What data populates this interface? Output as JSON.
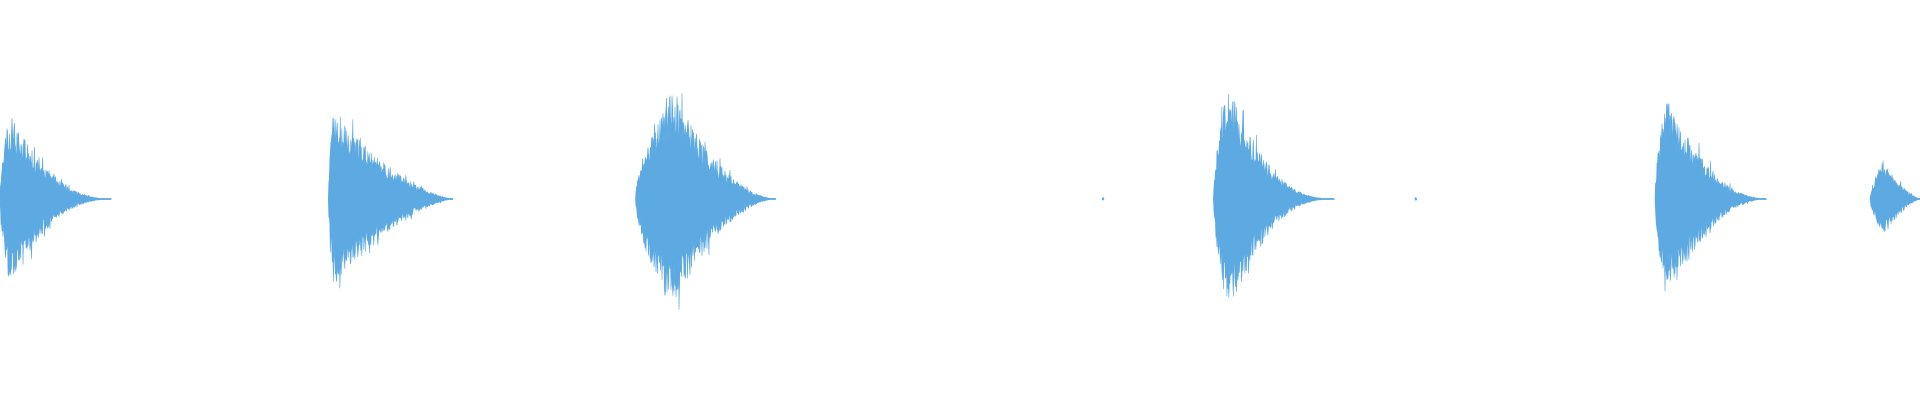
{
  "waveform": {
    "color": "#5DA9E1",
    "background": "#FFFFFF",
    "bursts": [
      {
        "start": 0.0,
        "end": 0.058,
        "peak": 0.44,
        "attack": 0.08,
        "decay": 2.0,
        "seed": 11
      },
      {
        "start": 0.171,
        "end": 0.236,
        "peak": 0.44,
        "attack": 0.04,
        "decay": 1.3,
        "seed": 23
      },
      {
        "start": 0.331,
        "end": 0.404,
        "peak": 0.56,
        "attack": 0.25,
        "decay": 1.6,
        "seed": 37
      },
      {
        "start": 0.574,
        "end": 0.575,
        "peak": 0.01,
        "attack": 0.5,
        "decay": 1.0,
        "seed": 41
      },
      {
        "start": 0.632,
        "end": 0.695,
        "peak": 0.58,
        "attack": 0.12,
        "decay": 2.2,
        "seed": 53
      },
      {
        "start": 0.737,
        "end": 0.738,
        "peak": 0.01,
        "attack": 0.5,
        "decay": 1.0,
        "seed": 61
      },
      {
        "start": 0.862,
        "end": 0.92,
        "peak": 0.52,
        "attack": 0.1,
        "decay": 1.8,
        "seed": 71
      },
      {
        "start": 0.974,
        "end": 1.0,
        "peak": 0.19,
        "attack": 0.25,
        "decay": 1.2,
        "seed": 83
      }
    ]
  }
}
